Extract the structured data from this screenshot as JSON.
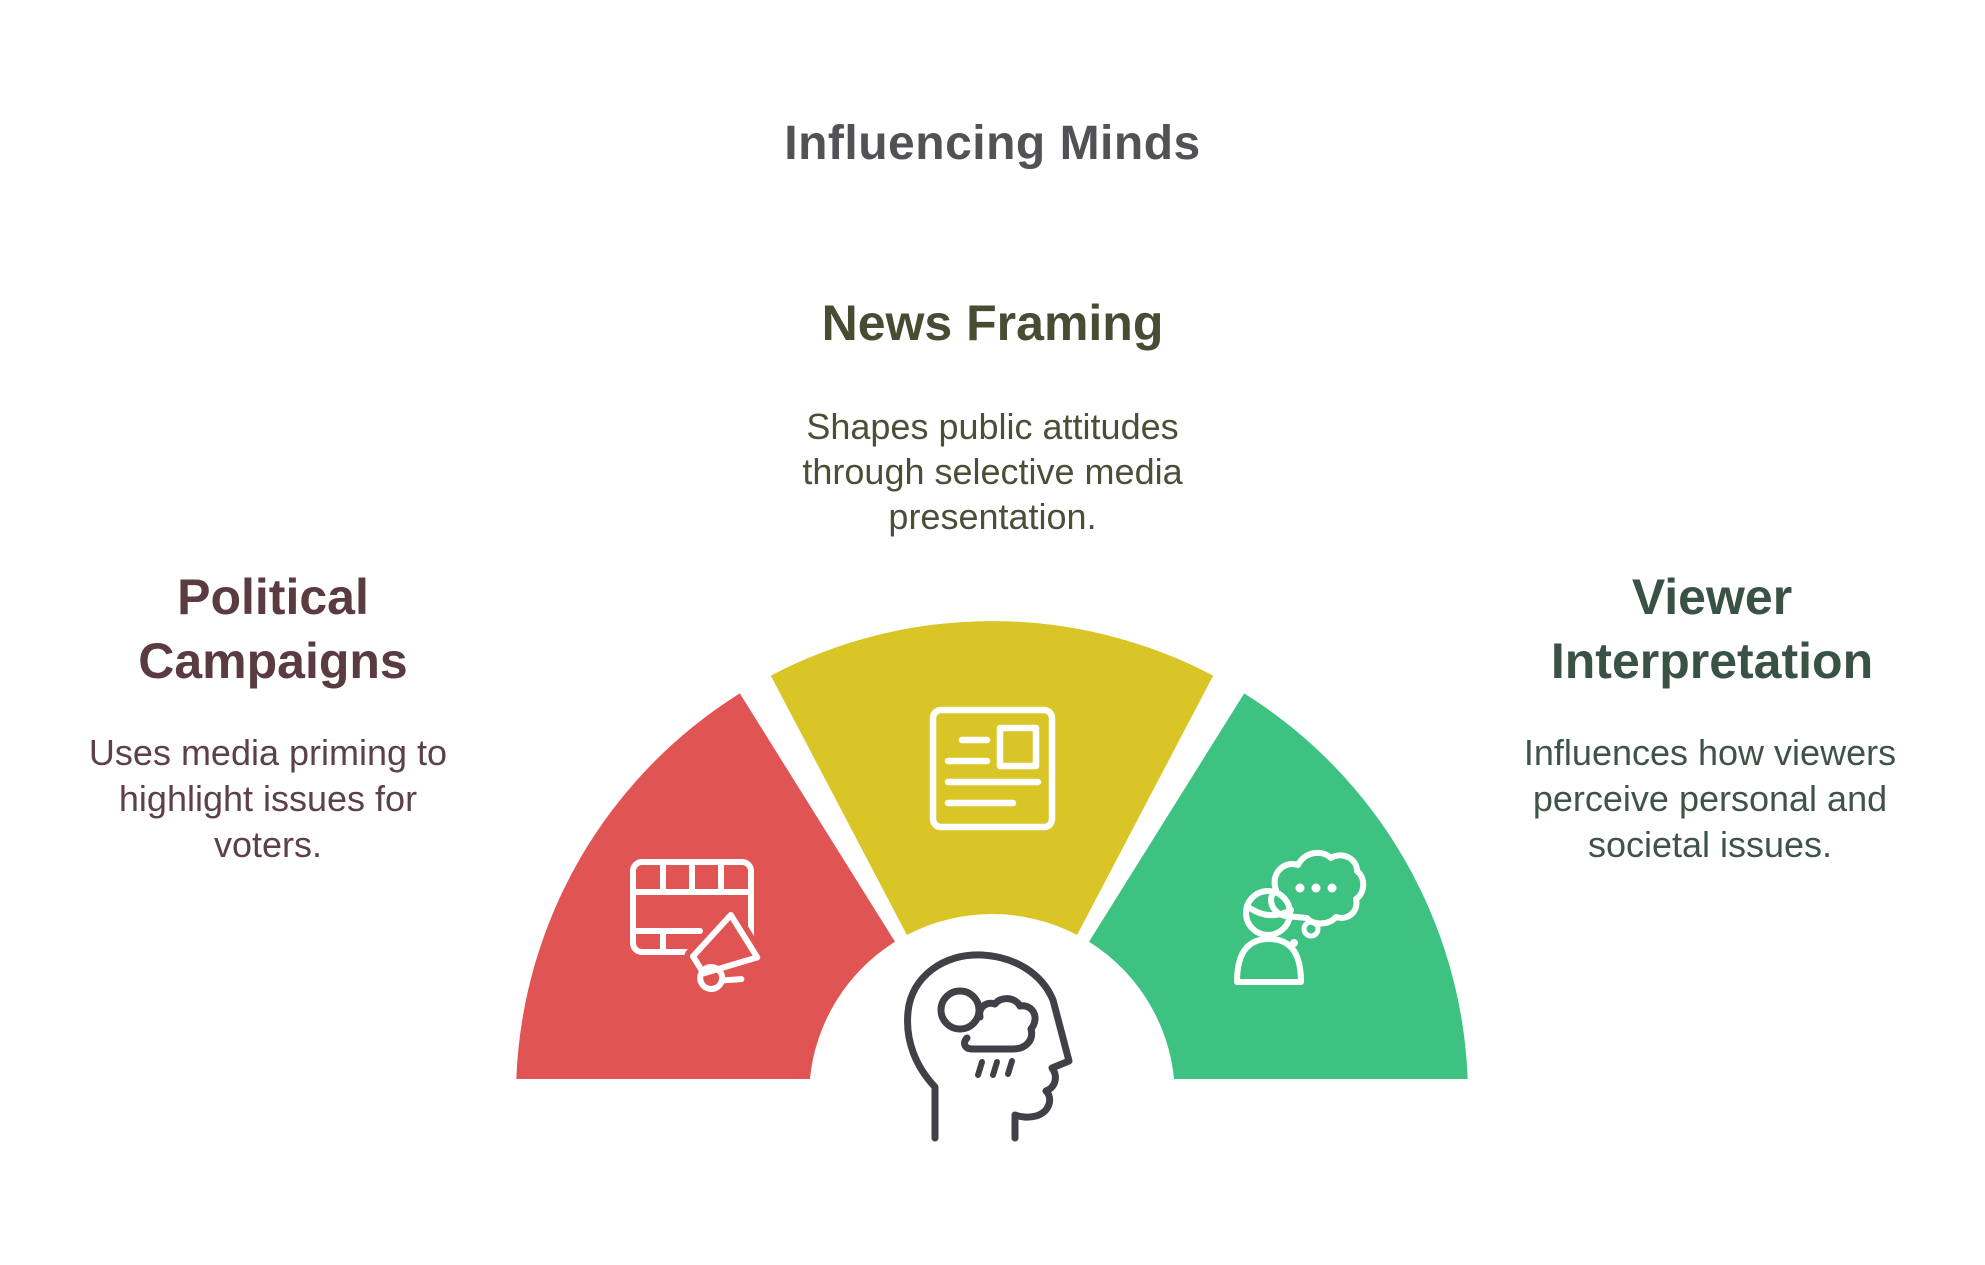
{
  "title": "Influencing Minds",
  "sections": {
    "news": {
      "heading": "News Framing",
      "body_lines": [
        "Shapes public attitudes",
        "through selective media",
        "presentation."
      ],
      "color": "#d9c526",
      "icon": "newspaper-icon"
    },
    "political": {
      "heading_lines": [
        "Political",
        "Campaigns"
      ],
      "body_lines": [
        "Uses media priming to",
        "highlight issues for",
        "voters."
      ],
      "color": "#e15454",
      "icon": "calendar-megaphone-icon"
    },
    "viewer": {
      "heading_lines": [
        "Viewer",
        "Interpretation"
      ],
      "body_lines": [
        "Influences how viewers",
        "perceive personal and",
        "societal issues."
      ],
      "color": "#3ec282",
      "icon": "person-thought-bubble-icon"
    }
  },
  "center_icon": "head-profile-mind-icon",
  "colors": {
    "political_red": "#e15454",
    "news_yellow": "#d9c526",
    "viewer_green": "#3ec282",
    "title_gray": "#515156",
    "news_text": "#494b33",
    "political_text": "#593b41",
    "viewer_text": "#3a5146",
    "head_icon_stroke": "#404146",
    "segment_icon_stroke": "#ffffff",
    "background": "#ffffff"
  }
}
